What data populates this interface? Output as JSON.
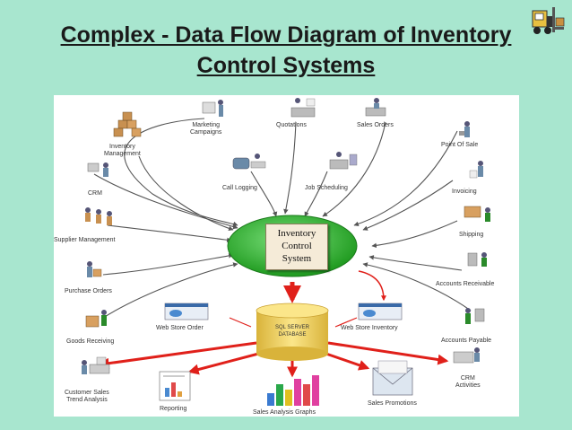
{
  "title": {
    "line1": "Complex - Data Flow Diagram of Inventory",
    "line2": "Control Systems"
  },
  "center": {
    "line1": "Inventory",
    "line2": "Control",
    "line3": "System"
  },
  "database": {
    "line1": "SQL SERVER",
    "line2": "DATABASE"
  },
  "nodes": {
    "inventory_management": "Inventory\nManagement",
    "marketing_campaigns": "Marketing\nCampaigns",
    "quotations": "Quotations",
    "sales_orders": "Sales Orders",
    "point_of_sale": "Point Of Sale",
    "crm": "CRM",
    "call_logging": "Call Logging",
    "job_scheduling": "Job Scheduling",
    "invoicing": "Invoicing",
    "supplier_management": "Supplier Management",
    "shipping": "Shipping",
    "purchase_orders": "Purchase Orders",
    "accounts_receivable": "Accounts Receivable",
    "goods_receiving": "Goods Receiving",
    "web_store_order": "Web Store Order",
    "web_store_inventory": "Web Store Inventory",
    "accounts_payable": "Accounts Payable",
    "customer_sales_trend": "Customer Sales\nTrend Analysis",
    "reporting": "Reporting",
    "sales_analysis_graphs": "Sales Analysis Graphs",
    "sales_promotions": "Sales Promotions",
    "crm_activities": "CRM\nActivities"
  },
  "colors": {
    "background": "#a8e6cf",
    "ellipse": "#2fb82f",
    "database": "#f2d060",
    "arrow_red": "#e0201a",
    "arrow_gray": "#555555"
  }
}
